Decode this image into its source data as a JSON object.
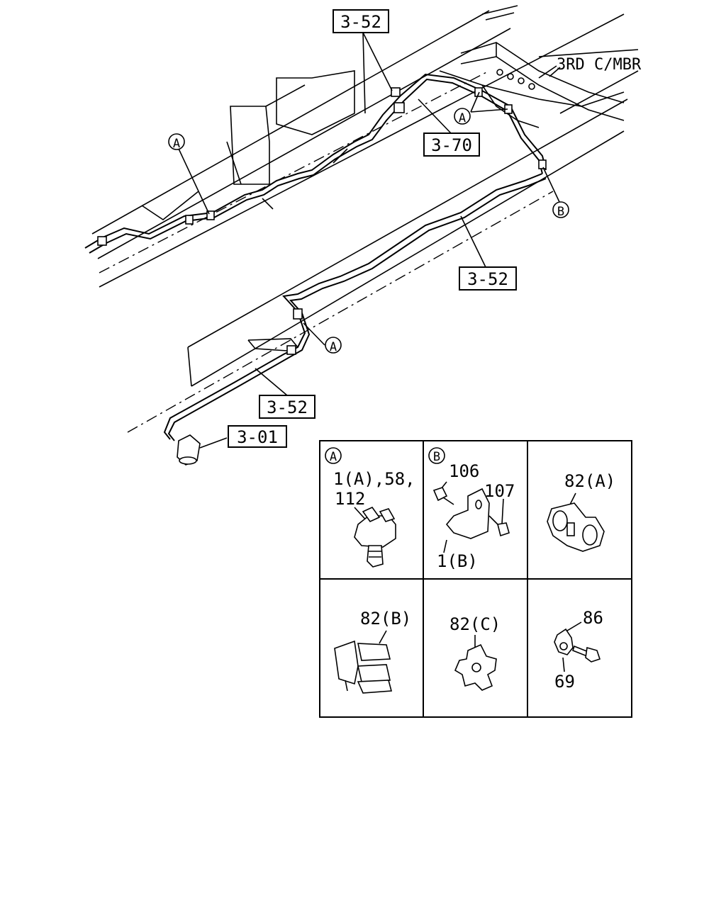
{
  "member_label": "3RD C/MBR",
  "refs": {
    "r1": "3-52",
    "r2": "3-70",
    "r3": "3-52",
    "r4": "3-52",
    "r5": "3-01"
  },
  "callouts": {
    "a1": "A",
    "a2": "A",
    "a3": "A",
    "b1": "B"
  },
  "table": {
    "cell_a": {
      "marker": "A",
      "line1": "1(A),58,",
      "line2": "112"
    },
    "cell_b": {
      "marker": "B",
      "p106": "106",
      "p107": "107",
      "p1b": "1(B)"
    },
    "cell_c": {
      "p82a": "82(A)"
    },
    "cell_d": {
      "p82b": "82(B)"
    },
    "cell_e": {
      "p82c": "82(C)"
    },
    "cell_f": {
      "p86": "86",
      "p69": "69"
    }
  }
}
